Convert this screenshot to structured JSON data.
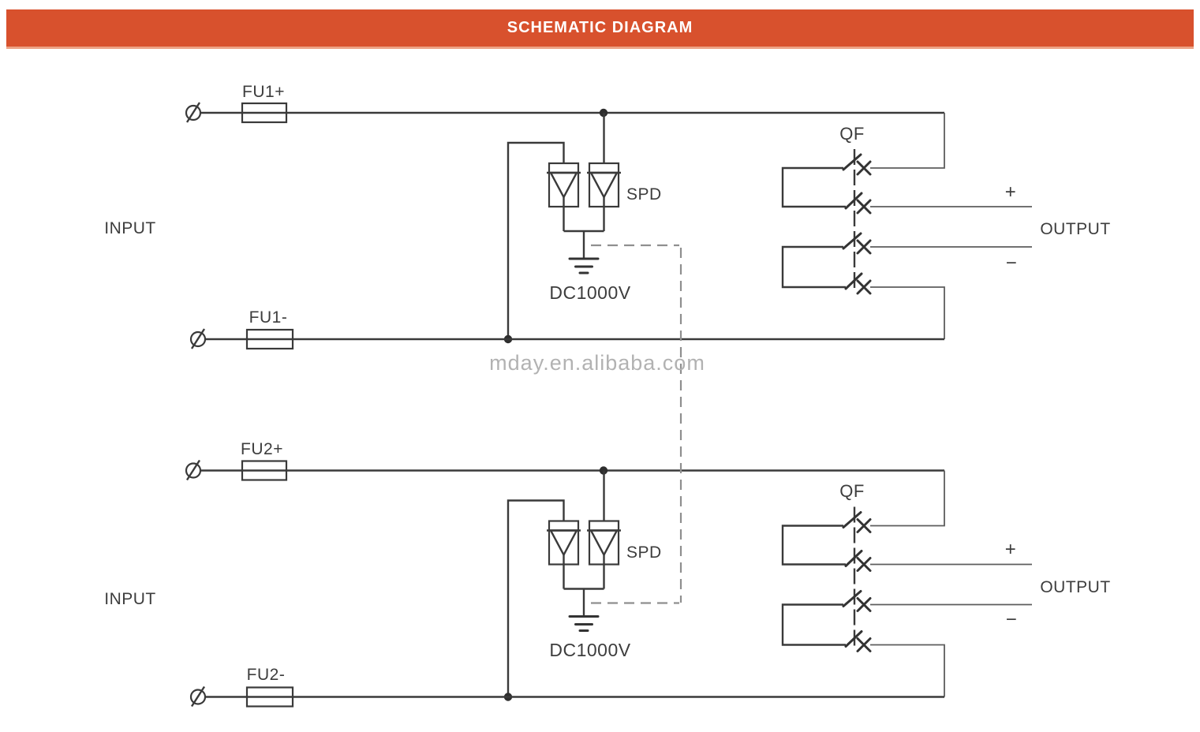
{
  "header": {
    "title": "SCHEMATIC DIAGRAM"
  },
  "watermark": {
    "text": "mday.en.alibaba.com"
  },
  "colors": {
    "header_bg": "#d8512d",
    "header_edge": "#eda285",
    "header_text": "#ffffff",
    "wire": "#3a3a3a",
    "dashed_ground_link": "#8f8f8f",
    "watermark": "#b2b2b2"
  },
  "circuits": [
    {
      "input_label": "INPUT",
      "output_label": "OUTPUT",
      "fuse_pos": "FU1+",
      "fuse_neg": "FU1-",
      "spd_label": "SPD",
      "spd_voltage": "DC1000V",
      "breaker_label": "QF",
      "plus": "+",
      "minus": "−"
    },
    {
      "input_label": "INPUT",
      "output_label": "OUTPUT",
      "fuse_pos": "FU2+",
      "fuse_neg": "FU2-",
      "spd_label": "SPD",
      "spd_voltage": "DC1000V",
      "breaker_label": "QF",
      "plus": "+",
      "minus": "−"
    }
  ]
}
